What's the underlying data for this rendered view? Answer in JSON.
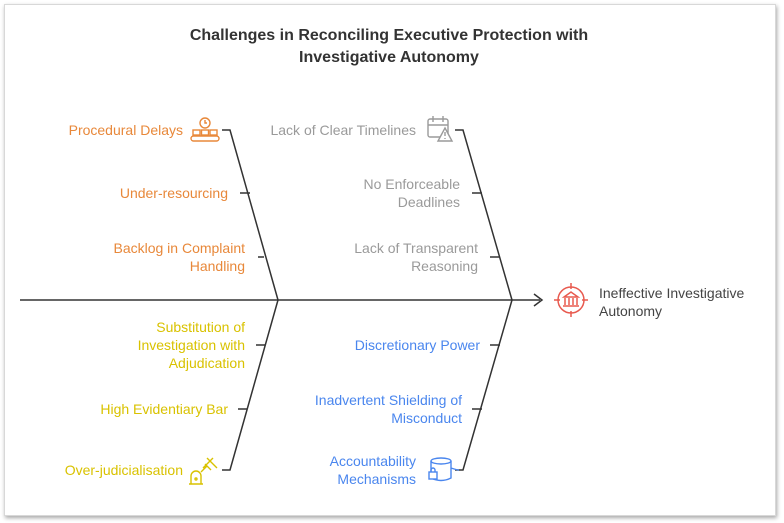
{
  "title": [
    "Challenges in Reconciling Executive Protection with",
    "Investigative Autonomy"
  ],
  "outcome": {
    "lines": [
      "Ineffective Investigative",
      "Autonomy"
    ],
    "icon": "institution-target-icon",
    "color": "#e85a4f"
  },
  "colors": {
    "orange": "#e8883a",
    "gray": "#9a9a9a",
    "yellow": "#d9c200",
    "blue": "#4a86ee",
    "spine": "#333333"
  },
  "categories": [
    {
      "name": "top-left",
      "color": "#e8883a",
      "icon": "conveyor-clock-icon",
      "causes": [
        {
          "lines": [
            "Procedural Delays"
          ]
        },
        {
          "lines": [
            "Under-resourcing"
          ]
        },
        {
          "lines": [
            "Backlog in Complaint",
            "Handling"
          ]
        }
      ]
    },
    {
      "name": "top-right",
      "color": "#9a9a9a",
      "icon": "calendar-warning-icon",
      "causes": [
        {
          "lines": [
            "Lack of Clear Timelines"
          ]
        },
        {
          "lines": [
            "No Enforceable",
            "Deadlines"
          ]
        },
        {
          "lines": [
            "Lack of Transparent",
            "Reasoning"
          ]
        }
      ]
    },
    {
      "name": "bottom-left",
      "color": "#d9c200",
      "icon": "gavel-icon",
      "causes": [
        {
          "lines": [
            "Substitution of",
            "Investigation with",
            "Adjudication"
          ]
        },
        {
          "lines": [
            "High Evidentiary Bar"
          ]
        },
        {
          "lines": [
            "Over-judicialisation"
          ]
        }
      ]
    },
    {
      "name": "bottom-right",
      "color": "#4a86ee",
      "icon": "database-lock-icon",
      "causes": [
        {
          "lines": [
            "Discretionary Power"
          ]
        },
        {
          "lines": [
            "Inadvertent Shielding of",
            "Misconduct"
          ]
        },
        {
          "lines": [
            "Accountability",
            "Mechanisms"
          ]
        }
      ]
    }
  ]
}
